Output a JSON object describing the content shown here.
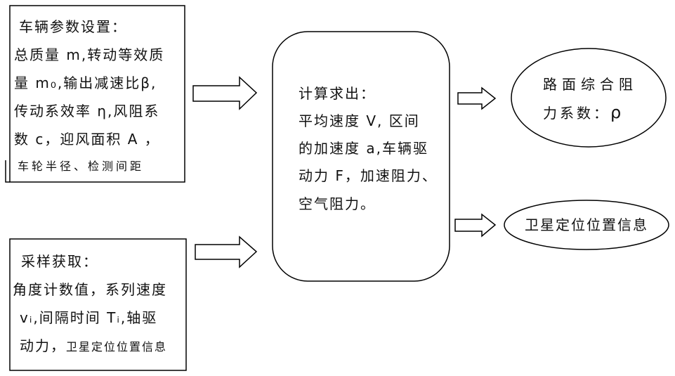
{
  "vehicle_params_box": {
    "title": "车辆参数设置：",
    "lines": [
      "总质量 m,转动等效质",
      "量 m₀,输出减速比β,",
      "传动系效率 η,风阻系",
      "数 c，迎风面积 A ，"
    ],
    "last_line": "车轮半径、检测间距"
  },
  "sampling_box": {
    "title": "采样获取：",
    "lines": [
      "角度计数值，系列速度",
      "vᵢ,间隔时间 Tᵢ,轴驱"
    ],
    "last_line_lead": "动力，",
    "last_line_tail": "卫星定位位置信息"
  },
  "calculation_box": {
    "title": "计算求出：",
    "lines": [
      "平均速度 V, 区间",
      "的加速度 a,车辆驱",
      "动力 F，加速阻力、",
      "空气阻力。"
    ]
  },
  "road_resistance_ellipse": {
    "line1": "路面综合阻",
    "line2": "力系数：",
    "symbol": "ρ"
  },
  "satellite_ellipse": {
    "text": "卫星定位位置信息"
  }
}
